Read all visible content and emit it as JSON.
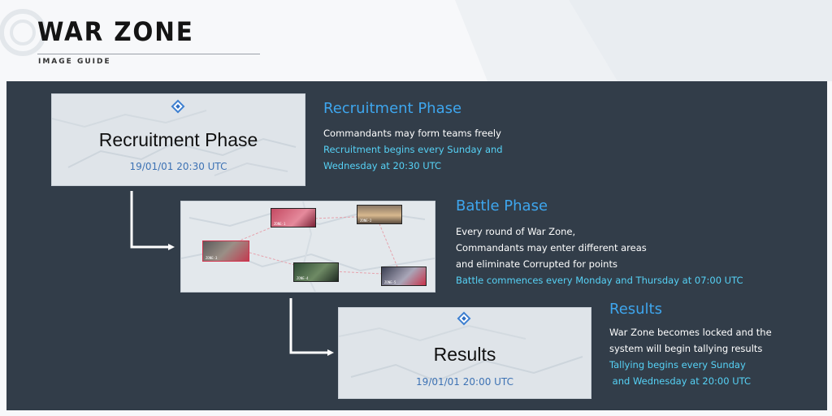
{
  "header": {
    "title": "WAR ZONE",
    "subtitle": "IMAGE GUIDE"
  },
  "colors": {
    "panel_bg": "#323d49",
    "heading_blue": "#3ea6ee",
    "highlight_cyan": "#56d2f6",
    "time_blue": "#3d72b4"
  },
  "phases": [
    {
      "card_title": "Recruitment Phase",
      "card_time": "19/01/01 20:30 UTC",
      "heading": "Recruitment Phase",
      "lines": [
        "Commandants may form teams freely"
      ],
      "highlight_lines": [
        "Recruitment begins every Sunday and",
        "Wednesday at 20:30 UTC"
      ]
    },
    {
      "heading": "Battle Phase",
      "lines": [
        "Every round of War Zone,",
        "Commandants may enter different areas",
        "and eliminate Corrupted for points"
      ],
      "highlight_lines": [
        "Battle commences every Monday and Thursday at 07:00 UTC"
      ],
      "map_thumbnails": [
        "ZONE-1",
        "ZONE-2",
        "ZONE-3",
        "ZONE-4",
        "ZONE-5"
      ]
    },
    {
      "card_title": "Results",
      "card_time": "19/01/01 20:00 UTC",
      "heading": "Results",
      "lines": [
        "War Zone becomes locked and the",
        "system will begin tallying results"
      ],
      "highlight_lines": [
        "Tallying begins every Sunday",
        " and Wednesday at 20:00 UTC"
      ]
    }
  ]
}
